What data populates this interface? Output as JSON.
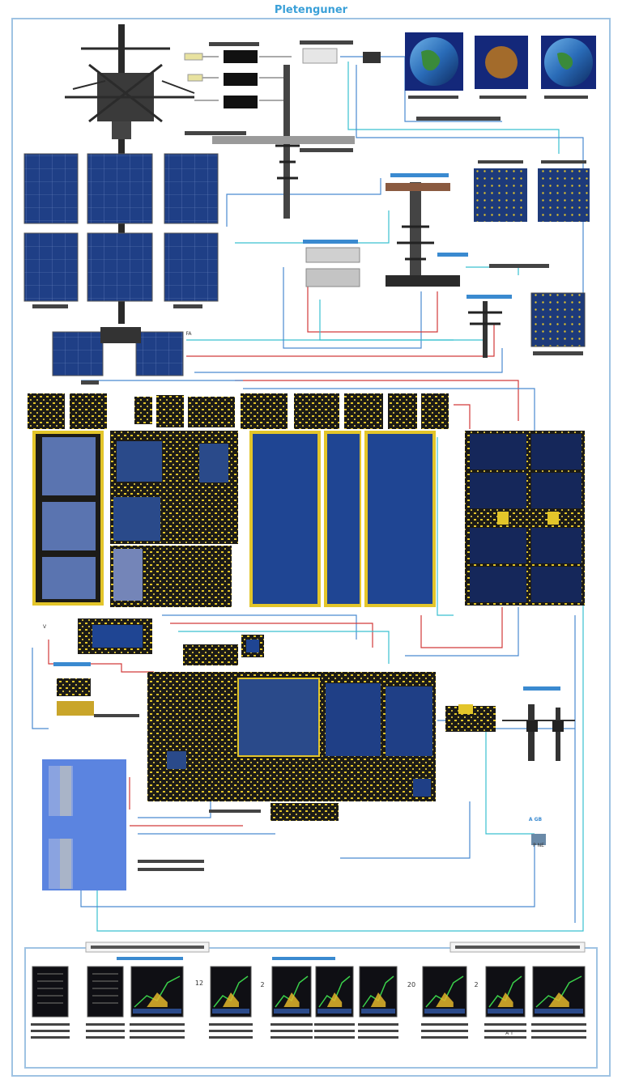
{
  "header": {
    "title": "Pletenguner"
  },
  "colors": {
    "board": "#1c1b17",
    "chip_gold": "#e3c52a",
    "panel_blue": "#2a4a8a",
    "wire_blue": "#4a8ad0",
    "wire_red": "#d23a3a",
    "wire_cyan": "#3ac0d0",
    "frame": "#9fc3e3"
  },
  "icons": [
    "satellite-icon",
    "solar-panel-icon",
    "earth-icon",
    "planet-icon",
    "circuit-board-icon",
    "antenna-icon",
    "chart-monitor-icon",
    "arrow-right-icon"
  ],
  "labels": {
    "a_gb": "A GB",
    "fa": "FA",
    "v": "V",
    "p_ne": "P NE",
    "a_t": "A T"
  },
  "monitor_flow": {
    "step_markers": [
      "12",
      "2",
      "20",
      "2"
    ]
  }
}
